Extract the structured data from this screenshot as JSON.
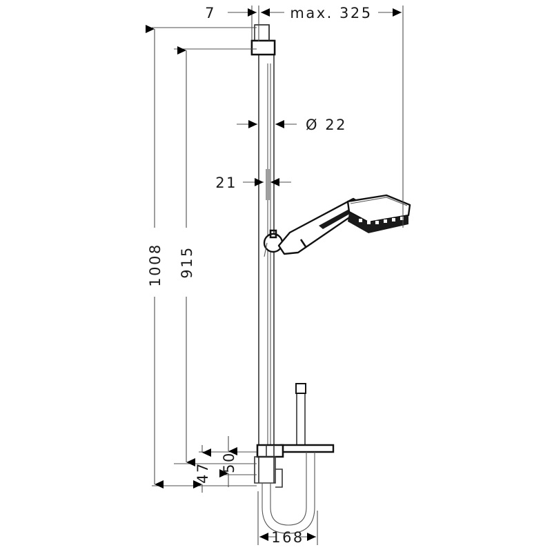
{
  "drawing": {
    "title": "Shower bar set technical dimension drawing",
    "type": "technical-line-drawing",
    "units": "mm",
    "background_color": "#ffffff",
    "line_color": "#1a1a1a",
    "dimension_line_color": "#4d4d4d"
  },
  "dimensions": {
    "wall_offset": "7",
    "max_projection": "max. 325",
    "bar_diameter": "Ø 22",
    "bar_wall_gap": "21",
    "total_height": "1008",
    "bar_height": "915",
    "bracket_lower_a": "47",
    "bracket_lower_b": "50",
    "hose_depth": "168"
  },
  "labels": [
    {
      "id": "dim-7",
      "text": "7",
      "orientation": "horizontal"
    },
    {
      "id": "dim-max-325",
      "text": "max. 325",
      "orientation": "horizontal"
    },
    {
      "id": "dim-diameter-22",
      "text": "Ø 22",
      "orientation": "horizontal"
    },
    {
      "id": "dim-21",
      "text": "21",
      "orientation": "horizontal"
    },
    {
      "id": "dim-1008",
      "text": "1008",
      "orientation": "vertical"
    },
    {
      "id": "dim-915",
      "text": "915",
      "orientation": "vertical"
    },
    {
      "id": "dim-47",
      "text": "47",
      "orientation": "vertical"
    },
    {
      "id": "dim-50",
      "text": "50",
      "orientation": "vertical"
    },
    {
      "id": "dim-168",
      "text": "168",
      "orientation": "horizontal"
    }
  ],
  "parts": [
    {
      "id": "wall-bracket-top",
      "name": "top-wall-bracket"
    },
    {
      "id": "slide-bar",
      "name": "vertical-slide-bar"
    },
    {
      "id": "hand-shower",
      "name": "hand-shower-head"
    },
    {
      "id": "shower-holder",
      "name": "sliding-shower-holder"
    },
    {
      "id": "wall-bracket-bottom",
      "name": "bottom-wall-bracket"
    },
    {
      "id": "shower-hose",
      "name": "shower-hose-u-loop"
    },
    {
      "id": "soap-shelf",
      "name": "soap-dish-shelf-arm"
    }
  ]
}
